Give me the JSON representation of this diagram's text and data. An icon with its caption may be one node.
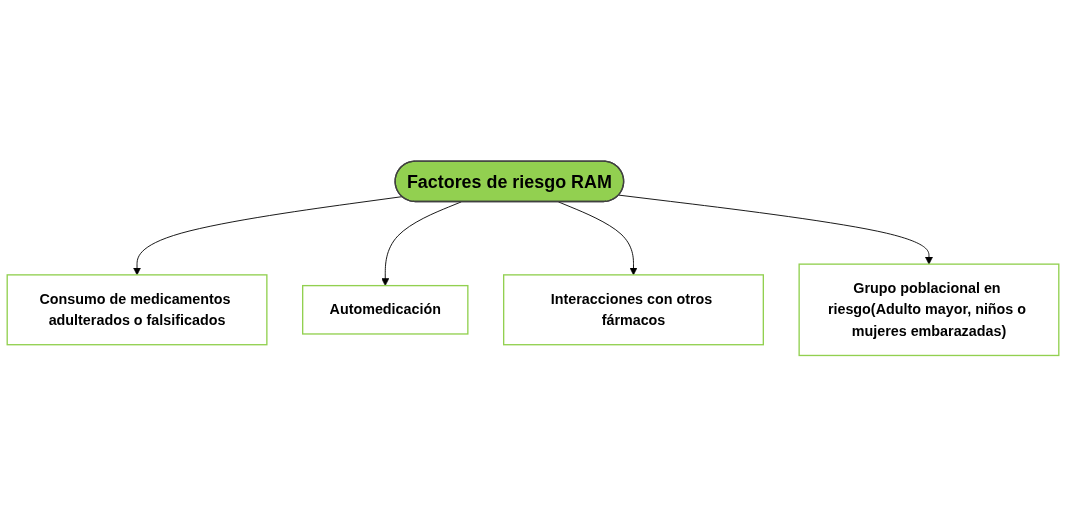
{
  "diagram": {
    "nodes": [
      {
        "text": [
          "Consumo de medicamentos adulterados o falsificados"
        ]
      },
      {
        "text": [
          "Automedicación"
        ]
      },
      {
        "text": [
          "Factores de riesgo RAM"
        ]
      },
      {
        "text": [
          "Interacciones con otros fármacos"
        ]
      },
      {
        "text": [
          "Grupo poblacional en riesgo(Adulto mayor, niños o mujeres embarazadas)"
        ]
      }
    ],
    "edges": [
      {
        "from": 2,
        "to": 0,
        "arrow": "to"
      },
      {
        "from": 2,
        "to": 1,
        "arrow": "to"
      },
      {
        "from": 2,
        "to": 3,
        "arrow": "to"
      },
      {
        "from": 2,
        "to": 4,
        "arrow": "to"
      }
    ]
  }
}
